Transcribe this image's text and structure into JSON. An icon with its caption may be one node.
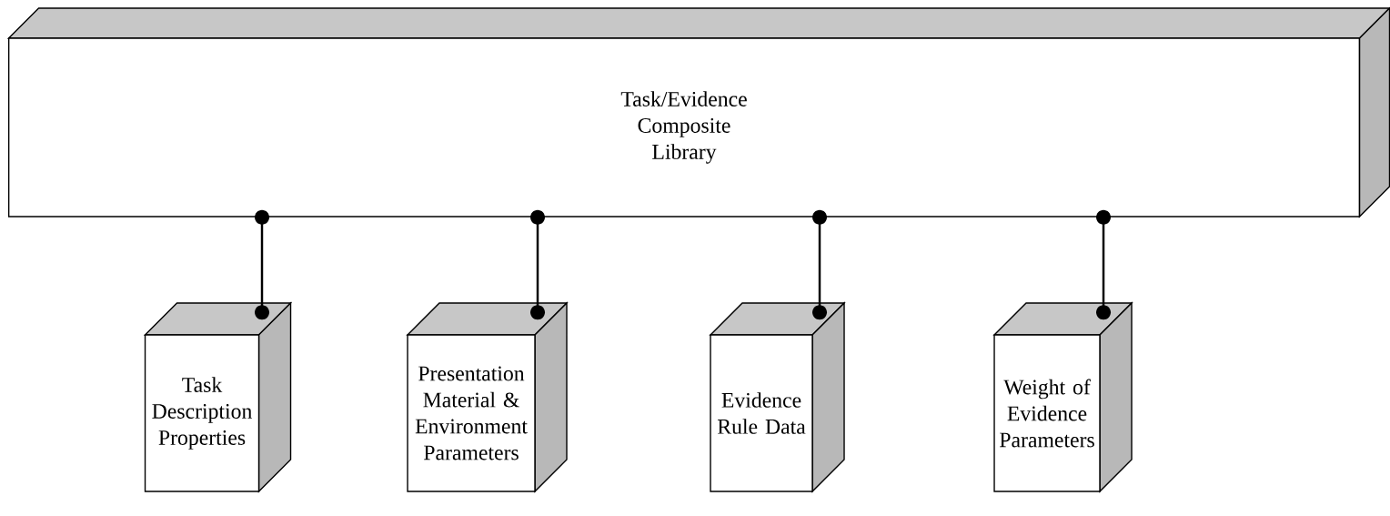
{
  "diagram": {
    "nodes": [
      {
        "text": [
          "Task/Evidence Composite Library"
        ]
      },
      {
        "text": [
          "Task Description Properties"
        ]
      },
      {
        "text": [
          "Presentation Material & Environment Parameters"
        ]
      },
      {
        "text": [
          "Evidence Rule Data"
        ]
      },
      {
        "text": [
          "Weight of Evidence Parameters"
        ]
      }
    ],
    "edges": [
      {
        "from": 0,
        "to": 1,
        "arrow": "other"
      },
      {
        "from": 0,
        "to": 2,
        "arrow": "other"
      },
      {
        "from": 0,
        "to": 3,
        "arrow": "other"
      },
      {
        "from": 0,
        "to": 4,
        "arrow": "other"
      }
    ]
  }
}
